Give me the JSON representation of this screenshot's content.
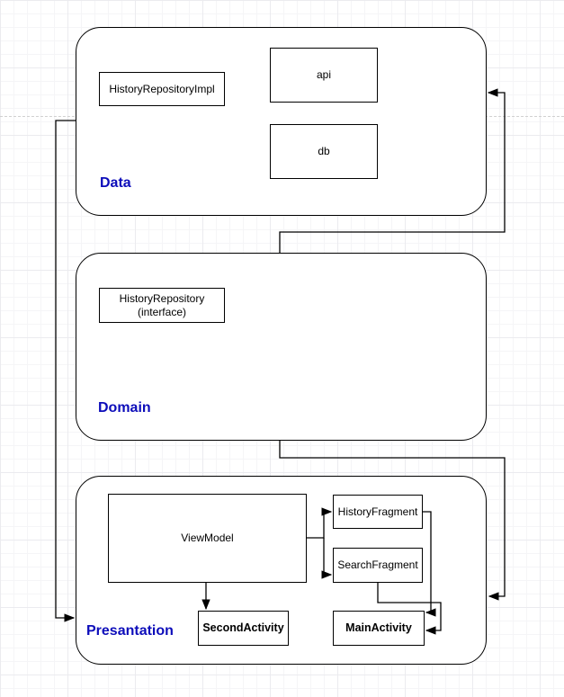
{
  "diagram": {
    "type": "architecture-diagram",
    "grid": "on",
    "accent_label_color": "#0d0dba",
    "shape_stroke_color": "#000000",
    "shape_fill_color": "#ffffff",
    "page_break_color": "#d0d0d0",
    "containers": {
      "data": {
        "label": "Data"
      },
      "domain": {
        "label": "Domain"
      },
      "presentation": {
        "label": "Presantation"
      }
    },
    "nodes": {
      "historyRepositoryImpl": {
        "label": "HistoryRepositoryImpl"
      },
      "api": {
        "label": "api"
      },
      "db": {
        "label": "db"
      },
      "historyRepository": {
        "label": "HistoryRepository\n(interface)"
      },
      "viewModel": {
        "label": "ViewModel"
      },
      "historyFragment": {
        "label": "HistoryFragment"
      },
      "searchFragment": {
        "label": "SearchFragment"
      },
      "secondActivity": {
        "label": "SecondActivity"
      },
      "mainActivity": {
        "label": "MainActivity"
      }
    },
    "edges": [
      {
        "from": "Domain (top)",
        "to": "Data (right edge)"
      },
      {
        "from": "Domain (bottom)",
        "to": "Presantation (right edge)"
      },
      {
        "from": "Data (left edge)",
        "to": "Presantation (left edge)"
      },
      {
        "from": "ViewModel",
        "to": "HistoryFragment"
      },
      {
        "from": "ViewModel",
        "to": "SearchFragment"
      },
      {
        "from": "ViewModel",
        "to": "SecondActivity"
      },
      {
        "from": "HistoryFragment",
        "to": "MainActivity"
      },
      {
        "from": "SearchFragment",
        "to": "MainActivity"
      }
    ]
  }
}
